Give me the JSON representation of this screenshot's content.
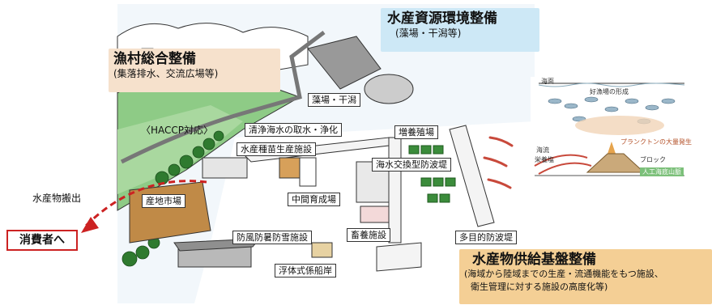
{
  "callouts": {
    "gyoson": {
      "title": "漁村総合整備",
      "sub": "(集落排水、交流広場等)"
    },
    "suisan_shigen": {
      "title": "水産資源環境整備",
      "sub": "(藻場・干潟等)"
    },
    "kyokyu": {
      "title": "水産物供給基盤整備",
      "sub_line1": "(海域から陸域までの生産・流通機能をもつ施設、",
      "sub_line2": "衛生管理に対する施設の高度化等)"
    }
  },
  "labels": {
    "haccp": "〈HACCP対応〉",
    "seijo": "清浄海水の取水・浄化",
    "moba": "藻場・干潟",
    "zoyo": "増養殖場",
    "kaisui_kokan": "海水交換型防波堤",
    "shubyo": "水産種苗生産施設",
    "chukan": "中間育成場",
    "sanchi": "産地市場",
    "chikuyo": "畜養施設",
    "tamokuteki": "多目的防波堤",
    "bofu": "防風防暑防雪施設",
    "fuyushiki": "浮体式係船岸",
    "hanshutsu": "水産物搬出",
    "shohisha": "消費者へ"
  },
  "inset": {
    "kaimen": "海面",
    "koryo": "好漁場の形成",
    "kairyu": "海流",
    "eiyoen": "栄養塩",
    "plankton": "プランクトンの大量発生",
    "block": "ブロック",
    "jinko": "人工海底山脈"
  },
  "colors": {
    "peach": "#f6e1cc",
    "blue": "#cde8f6",
    "orange": "#f4cf95",
    "red": "#cc2222",
    "green": "#7cc07a"
  }
}
